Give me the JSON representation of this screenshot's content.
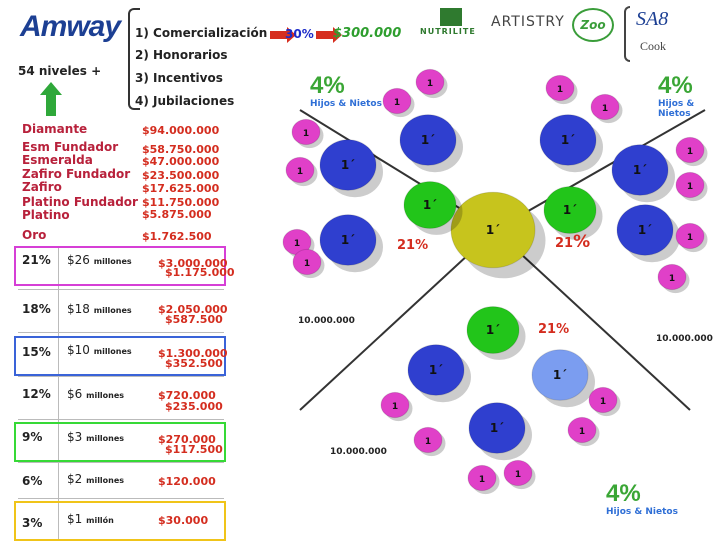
{
  "header": {
    "logo": "Amway",
    "items": [
      "1) Comercialización",
      "2) Honorarios",
      "3) Incentivos",
      "4) Jubilaciones"
    ],
    "percent": "30%",
    "amount": "$300.000",
    "brands": [
      "NUTRILITE",
      "ARTISTRY",
      "Zoo",
      "SA8",
      "Cook"
    ]
  },
  "levels_label": "54 niveles +",
  "ranks": [
    {
      "name": "Diamante",
      "value": "$94.000.000"
    },
    {
      "name": "Esm Fundador",
      "value": "$58.750.000"
    },
    {
      "name": "Esmeralda",
      "value": "$47.000.000"
    },
    {
      "name": "Zafiro Fundador",
      "value": "$23.500.000"
    },
    {
      "name": "Zafiro",
      "value": "$17.625.000"
    },
    {
      "name": "Platino Fundador",
      "value": "$11.750.000"
    },
    {
      "name": "Platino",
      "value": "$5.875.000"
    },
    {
      "name": "Oro",
      "value": "$1.762.500"
    }
  ],
  "table": [
    {
      "pct": "21%",
      "amount": "$26",
      "unit": "millones",
      "v1": "$3.000.000",
      "v2": "$1.175.000"
    },
    {
      "pct": "18%",
      "amount": "$18",
      "unit": "millones",
      "v1": "$2.050.000",
      "v2": "$587.500"
    },
    {
      "pct": "15%",
      "amount": "$10",
      "unit": "millones",
      "v1": "$1.300.000",
      "v2": "$352.500"
    },
    {
      "pct": "12%",
      "amount": "$6",
      "unit": "millones",
      "v1": "$720.000",
      "v2": "$235.000"
    },
    {
      "pct": "9%",
      "amount": "$3",
      "unit": "millones",
      "v1": "$270.000",
      "v2": "$117.500"
    },
    {
      "pct": "6%",
      "amount": "$2",
      "unit": "millones",
      "v1": "$120.000",
      "v2": ""
    },
    {
      "pct": "3%",
      "amount": "$1",
      "unit": "millón",
      "v1": "$30.000",
      "v2": ""
    }
  ],
  "diagram": {
    "four_pct": "4%",
    "hijos": "Hijos & Nietos",
    "twentyone": "21%",
    "twentyone_a": "21",
    "twentyone_b": "%",
    "ten_million": "10.000.000",
    "node_label": "1´",
    "node_small": "1"
  },
  "colors": {
    "pink": "#e040c8",
    "blue": "#2f3fcf",
    "green": "#22c51a",
    "center": "#c7c41d",
    "magenta_box": "#d63fd6",
    "blue_box": "#3a63d8",
    "green_box": "#36d936",
    "yellow_box": "#f0c419"
  }
}
